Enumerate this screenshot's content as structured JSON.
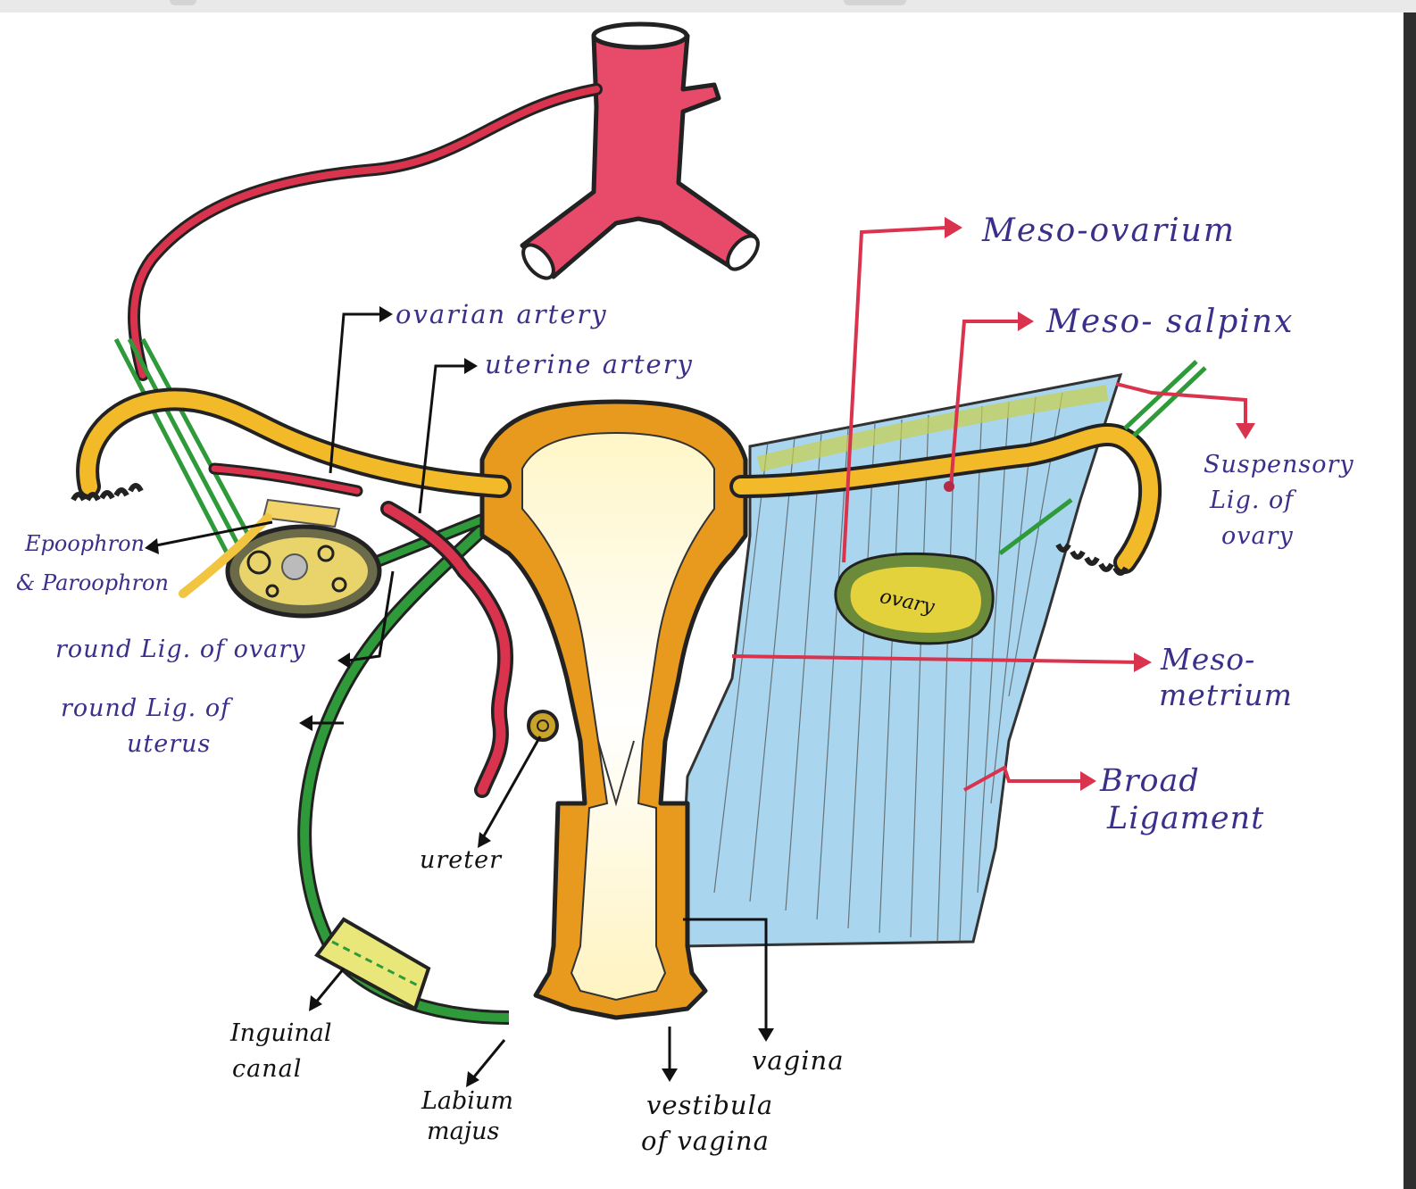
{
  "labels": {
    "meso_ovarium": "Meso-ovarium",
    "meso_salpinx": "Meso- salpinx",
    "ovarian_artery": "ovarian artery",
    "uterine_artery": "uterine artery",
    "suspensory_1": "Suspensory",
    "suspensory_2": "Lig. of",
    "suspensory_3": "ovary",
    "epoophron_1": "Epoophron",
    "epoophron_2": "& Paroophron",
    "round_lig_ovary": "round Lig. of ovary",
    "round_lig_uterus_1": "round Lig. of",
    "round_lig_uterus_2": "uterus",
    "ovary": "ovary",
    "mesometrium_1": "Meso-",
    "mesometrium_2": "metrium",
    "broad_1": "Broad",
    "broad_2": "Ligament",
    "ureter": "ureter",
    "inguinal_1": "Inguinal",
    "inguinal_2": "canal",
    "labium_1": "Labium",
    "labium_2": "majus",
    "vestibula_1": "vestibula",
    "vestibula_2": "of vagina",
    "vagina": "vagina"
  },
  "colors": {
    "artery": "#d9334e",
    "aorta": "#e84a6a",
    "tube": "#f2b928",
    "uterus_wall": "#e79a1e",
    "ligament_green": "#2e9a3a",
    "broad_ligament_blue": "#9fd0ea",
    "label_blue": "#3a2f8a",
    "outline": "#222222"
  }
}
